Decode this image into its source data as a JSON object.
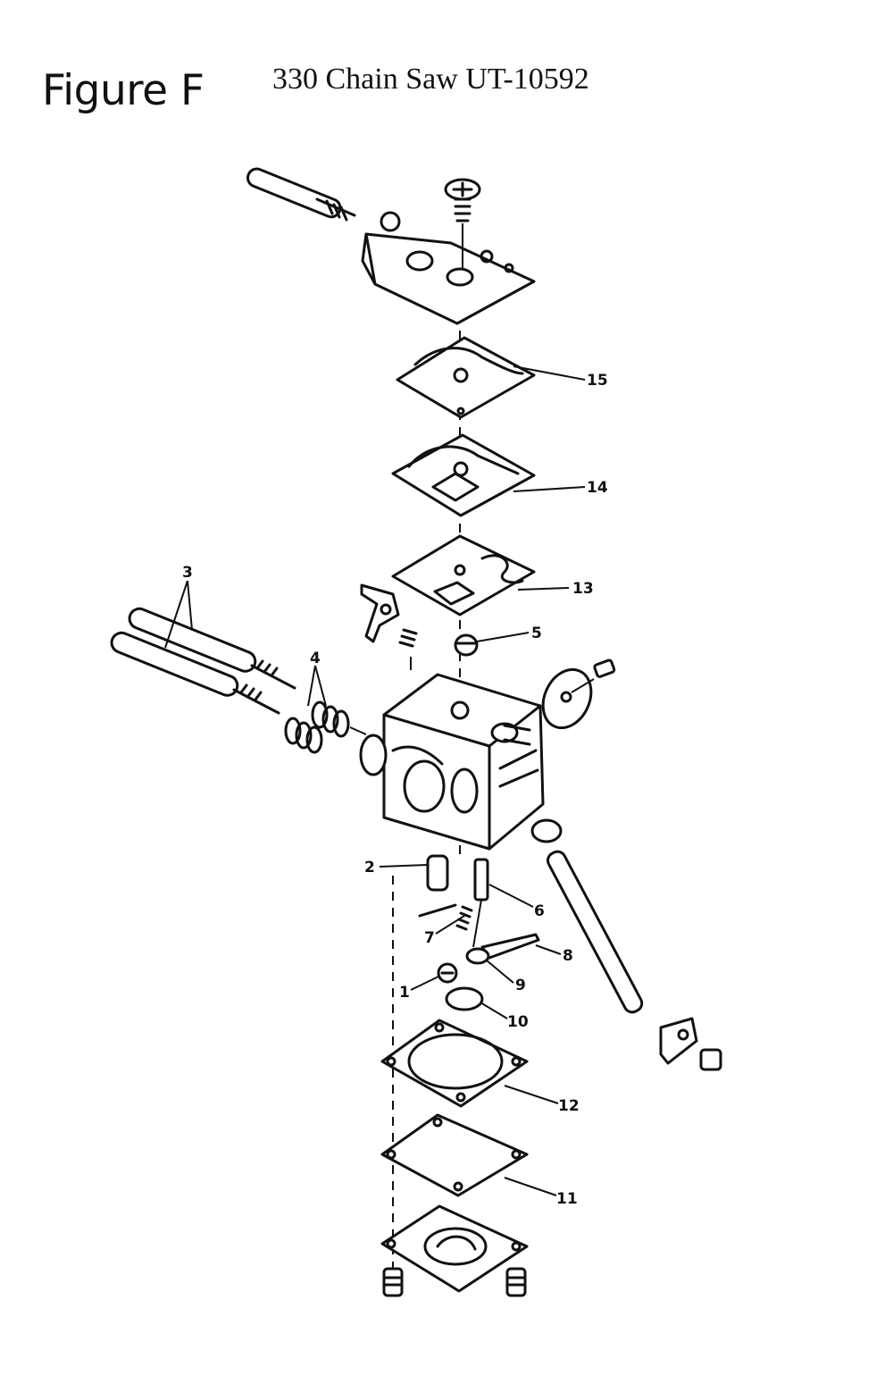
{
  "figure_label": "Figure F",
  "title": "330 Chain Saw UT-10592",
  "callouts": {
    "c1": "1",
    "c2": "2",
    "c3": "3",
    "c4": "4",
    "c5": "5",
    "c6": "6",
    "c7": "7",
    "c8": "8",
    "c9": "9",
    "c10": "10",
    "c11": "11",
    "c12": "12",
    "c13": "13",
    "c14": "14",
    "c15": "15"
  }
}
